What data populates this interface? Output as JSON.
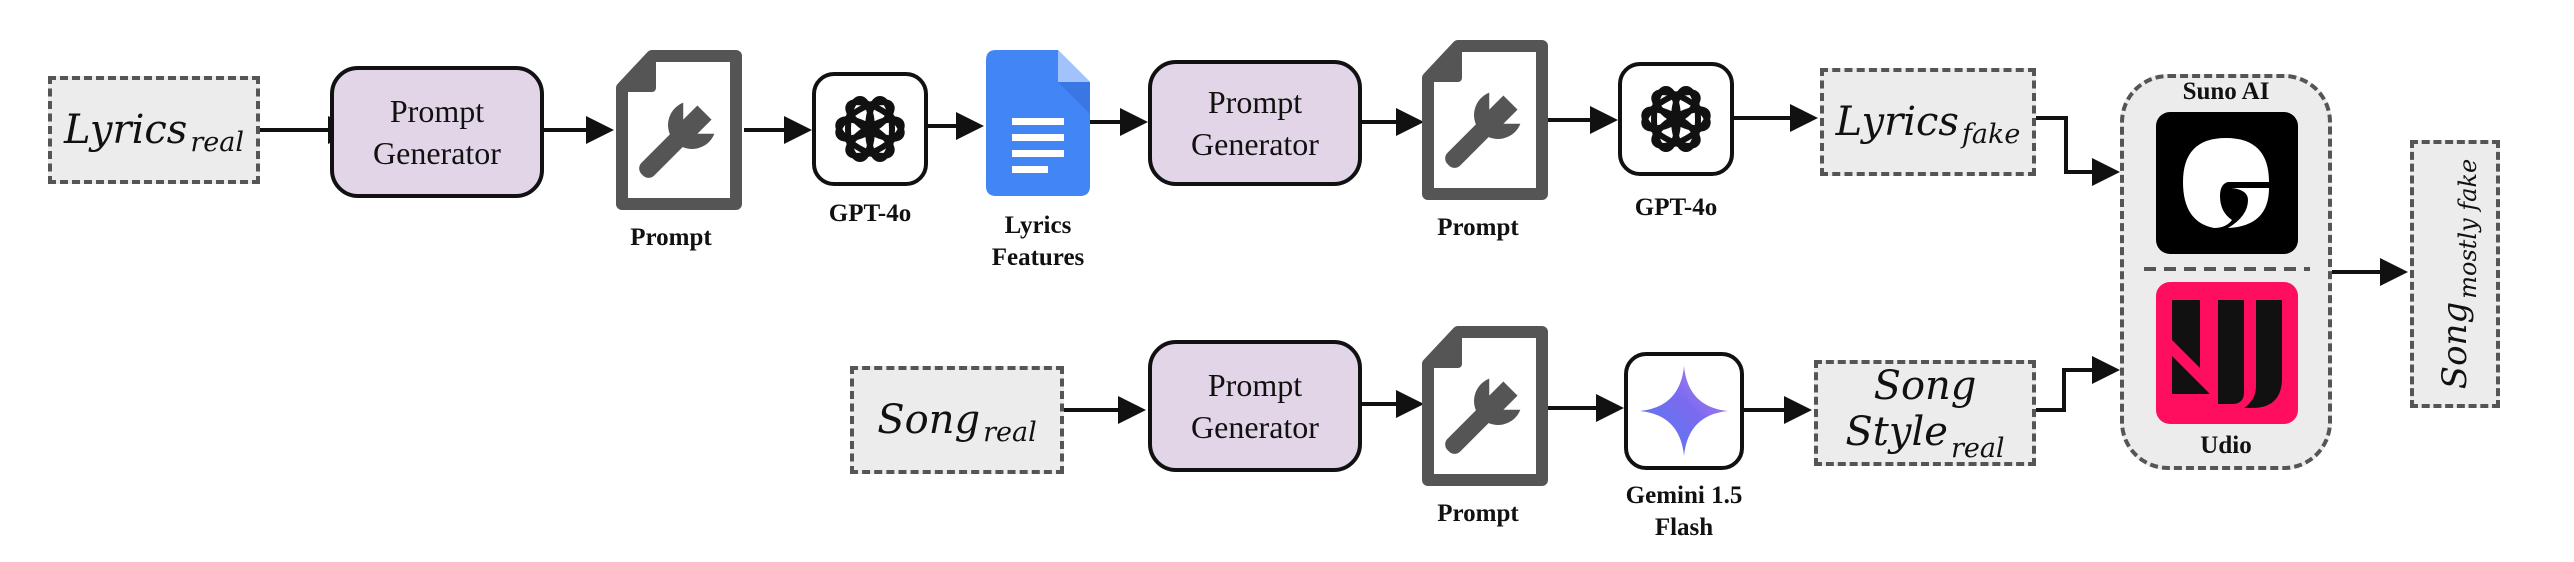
{
  "inputs": {
    "lyrics_real": {
      "main": "Lyrics",
      "sub": "real"
    },
    "song_real": {
      "main": "Song",
      "sub": "real"
    }
  },
  "prompt_generator": {
    "line1": "Prompt",
    "line2": "Generator"
  },
  "captions": {
    "prompt": "Prompt",
    "gpt4o": "GPT-4o",
    "lyrics_features_line1": "Lyrics",
    "lyrics_features_line2": "Features",
    "gemini_line1": "Gemini 1.5",
    "gemini_line2": "Flash"
  },
  "outputs": {
    "lyrics_fake": {
      "main": "Lyrics",
      "sub": "fake"
    },
    "song_style_real": {
      "line1": "Song",
      "main": "Style",
      "sub": "real"
    },
    "song_mostly_fake": {
      "main": "Song",
      "sub": "mostly fake"
    }
  },
  "generators": {
    "suno": "Suno AI",
    "udio": "Udio"
  },
  "colors": {
    "prompt_generator_fill": "#e1d5e7",
    "dashed_fill": "#ececec",
    "docs_blue": "#4285f4",
    "udio_pink": "#ff0d5f",
    "suno_black": "#000000"
  },
  "icons": [
    "prompt-document-wrench-icon",
    "openai-logo-icon",
    "google-docs-icon",
    "gemini-sparkle-icon",
    "suno-logo-icon",
    "udio-logo-icon"
  ]
}
